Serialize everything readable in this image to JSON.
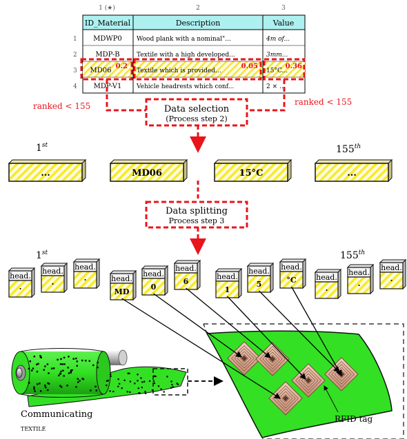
{
  "table": {
    "col_indices": [
      "1 (★)",
      "2",
      "3"
    ],
    "headers": [
      "ID_Material",
      "Description",
      "Value"
    ],
    "rows": [
      {
        "idx": "1",
        "id": "MDWP0",
        "desc": "Wood plank with a nominal\"...",
        "value": "4m of..."
      },
      {
        "idx": "2",
        "id": "MDP-B",
        "desc": "Textile with a high developed...",
        "value": "3mm..."
      },
      {
        "idx": "3",
        "id": "MD06",
        "desc": "Textile which is provided...",
        "value": "15°C..."
      },
      {
        "idx": "4",
        "id": "MDP-V1",
        "desc": "Vehicle headrests which conf...",
        "value": "2 × ..."
      }
    ],
    "scores": [
      "0.2",
      "0.05",
      "0.36"
    ]
  },
  "ranked_left": "ranked < 155",
  "ranked_right": "ranked < 155",
  "step2": {
    "title": "Data selection",
    "subtitle": "(Process step 2)"
  },
  "step3": {
    "title": "Data splitting",
    "subtitle": "Process step 3"
  },
  "blocks_row1": {
    "first_label": "1st",
    "last_label": "155th",
    "blocks": [
      "...",
      "MD06",
      "15°C",
      "..."
    ]
  },
  "blocks_row2": {
    "first_label": "1st",
    "last_label": "155th",
    "head_label": "head.",
    "groups": [
      [
        "·",
        "·",
        "·"
      ],
      [
        "MD",
        "0",
        "6"
      ],
      [
        "1",
        "5",
        "°C"
      ],
      [
        "·",
        "·",
        "·"
      ]
    ]
  },
  "textile_label_line1": "Communicating",
  "textile_label_line2": "textile",
  "rfid_label": "RFID tag",
  "colors": {
    "red": "#e8141b",
    "cyan": "#aef0f0",
    "green": "#33e024",
    "yellow": "#f6ea2a"
  }
}
